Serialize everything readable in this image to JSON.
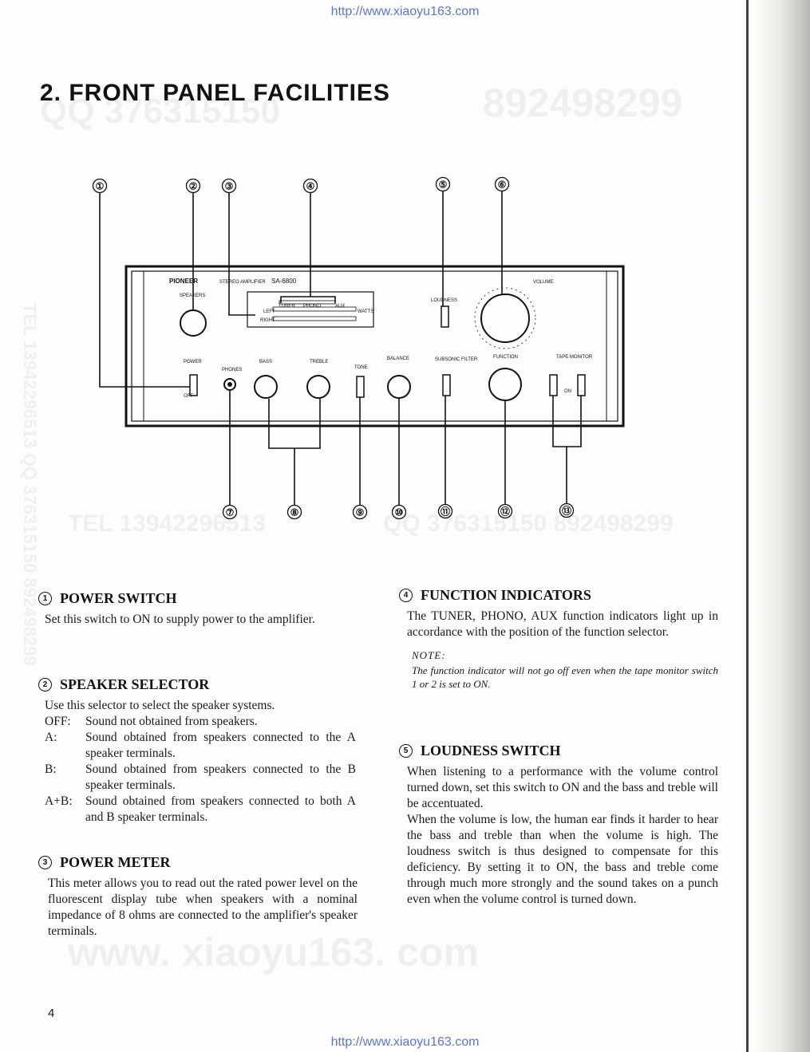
{
  "urls": {
    "top": "http://www.xiaoyu163.com",
    "bottom": "http://www.xiaoyu163.com"
  },
  "watermarks": {
    "w1": "QQ 376315150",
    "w2": "892498299",
    "w3": "TEL 13942296513",
    "w4": "QQ 376315150 892498299",
    "w5": "www. xiaoyu163. com",
    "w6": "TEL 13942296513 QQ 376315150 892498299"
  },
  "page_title": "2. FRONT PANEL FACILITIES",
  "diagram": {
    "callouts": [
      "①",
      "②",
      "③",
      "④",
      "⑤",
      "⑥",
      "⑦",
      "⑧",
      "⑨",
      "⑩",
      "⑪",
      "⑫",
      "⑬"
    ],
    "panel_labels": {
      "brand": "PIONEER",
      "model_desc": "STEREO AMPLIFIER",
      "model": "SA-6800",
      "speakers": "SPEAKERS",
      "volume": "VOLUME",
      "loudness": "LOUDNESS",
      "power": "POWER",
      "phones": "PHONES",
      "bass": "BASS",
      "treble": "TREBLE",
      "tone": "TONE",
      "balance": "BALANCE",
      "subsonic": "SUBSONIC FILTER",
      "function": "FUNCTION",
      "tape_monitor": "TAPE MONITOR",
      "tuner": "TUNER",
      "phono": "PHONO",
      "aux": "AUX",
      "watts": "WATTS",
      "left": "LEFT",
      "right": "RIGHT",
      "on": "ON",
      "off": "OFF"
    }
  },
  "sections": {
    "s1": {
      "num": "1",
      "title": "POWER SWITCH",
      "body": "Set this switch to ON to supply power to the amplifier."
    },
    "s2": {
      "num": "2",
      "title": "SPEAKER SELECTOR",
      "intro": "Use this selector to select the speaker systems.",
      "options": [
        {
          "key": "OFF:",
          "text": "Sound not obtained from speakers."
        },
        {
          "key": "A:",
          "text": "Sound obtained from speakers connected to the A speaker terminals."
        },
        {
          "key": "B:",
          "text": "Sound obtained from speakers connected to the B speaker terminals."
        },
        {
          "key": "A+B:",
          "text": "Sound obtained from speakers connected to both A and B speaker terminals."
        }
      ]
    },
    "s3": {
      "num": "3",
      "title": "POWER METER",
      "body": "This meter allows you to read out the rated power level on the fluorescent display tube when speakers with a nominal impedance of 8 ohms are connected to the amplifier's speaker terminals."
    },
    "s4": {
      "num": "4",
      "title": "FUNCTION INDICATORS",
      "body": "The TUNER, PHONO, AUX function indicators light up in accordance with the position of the function selector.",
      "note_label": "NOTE:",
      "note": "The function indicator will not go off even when the tape monitor switch 1 or 2 is set to ON."
    },
    "s5": {
      "num": "5",
      "title": "LOUDNESS SWITCH",
      "p1": "When listening to a performance with the volume control turned down, set this switch to ON and the bass and treble will be accentuated.",
      "p2": "When the volume is low, the human ear finds it harder to hear the bass and treble than when the volume is high. The loudness switch is thus designed to compensate for this deficiency. By setting it to ON, the bass and treble come through much more strongly and the sound takes on a punch even when the volume control is turned down."
    }
  },
  "page_number": "4"
}
